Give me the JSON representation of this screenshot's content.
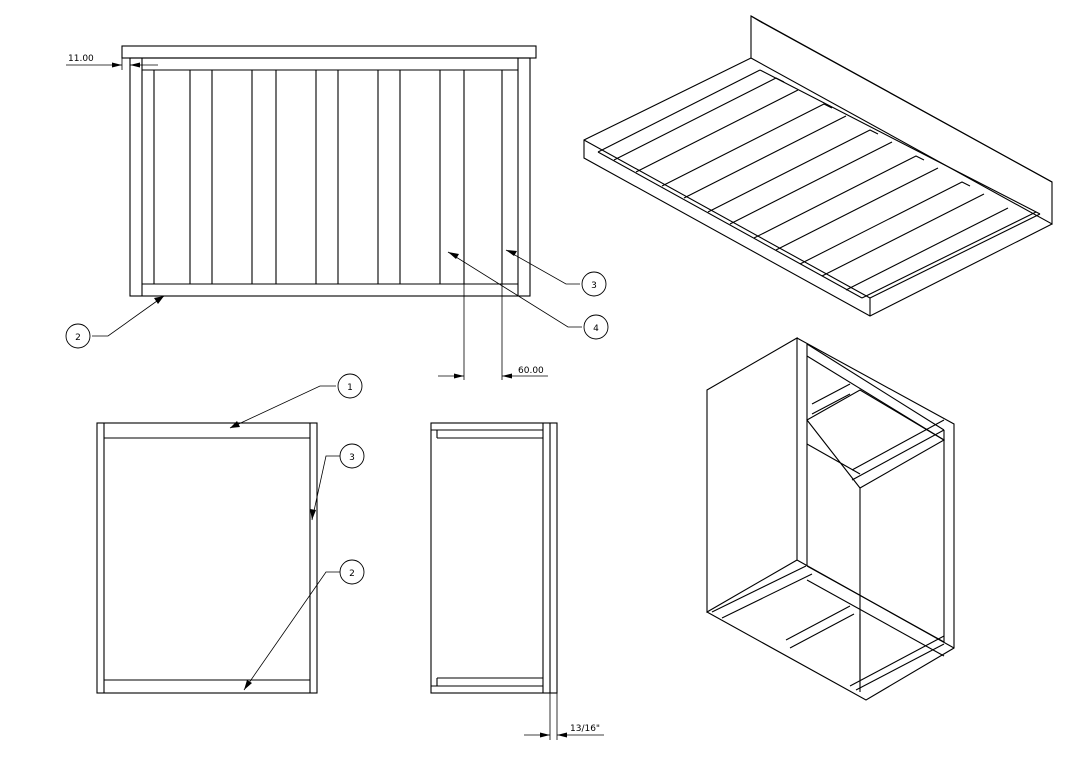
{
  "dimensions": {
    "top_gap": "11.00",
    "slat_width": "60.00",
    "thickness": "13/16\""
  },
  "balloons": {
    "one": "1",
    "two": "2",
    "three": "3",
    "four": "4"
  }
}
